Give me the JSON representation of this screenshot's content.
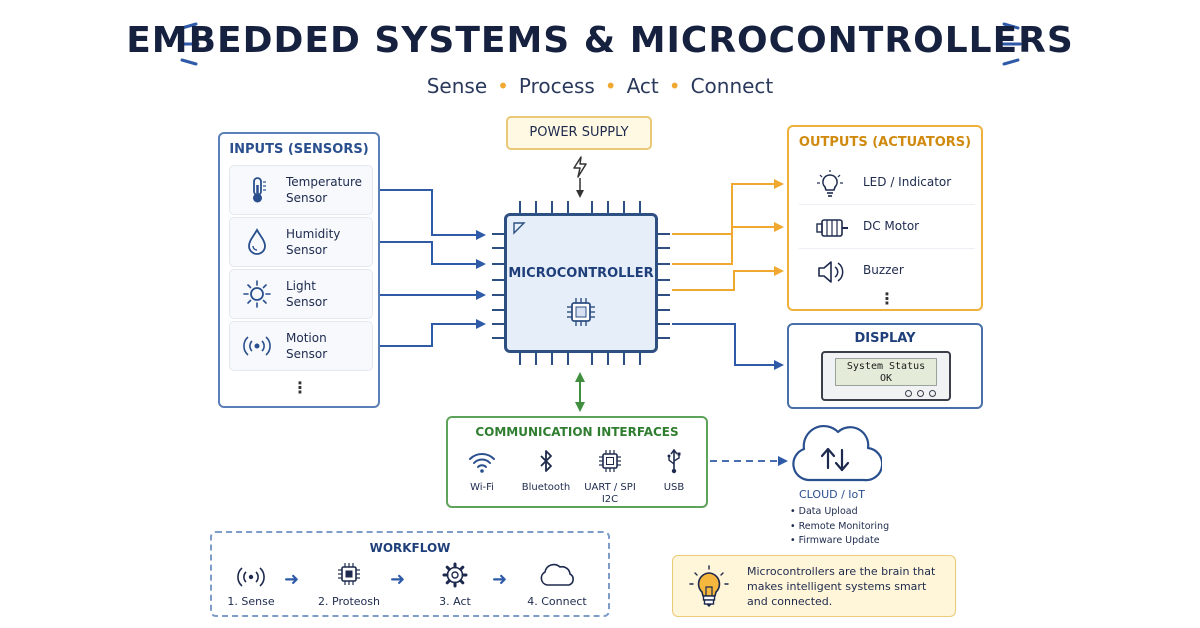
{
  "title": "EMBEDDED SYSTEMS & MICROCONTROLLERS",
  "subtitle": {
    "steps": [
      "Sense",
      "Process",
      "Act",
      "Connect"
    ]
  },
  "inputs": {
    "heading": "INPUTS (SENSORS)",
    "items": [
      {
        "line1": "Temperature",
        "line2": "Sensor",
        "icon": "thermometer-icon"
      },
      {
        "line1": "Humidity",
        "line2": "Sensor",
        "icon": "water-drop-icon"
      },
      {
        "line1": "Light",
        "line2": "Sensor",
        "icon": "sun-icon"
      },
      {
        "line1": "Motion",
        "line2": "Sensor",
        "icon": "motion-waves-icon"
      }
    ],
    "more": "⋮"
  },
  "power_supply": {
    "label": "POWER SUPPLY",
    "icon": "lightning-icon"
  },
  "microcontroller": {
    "label": "MICROCONTROLLER",
    "icon": "chip-icon"
  },
  "outputs": {
    "heading": "OUTPUTS (ACTUATORS)",
    "items": [
      {
        "label": "LED / Indicator",
        "icon": "light-bulb-icon"
      },
      {
        "label": "DC Motor",
        "icon": "motor-icon"
      },
      {
        "label": "Buzzer",
        "icon": "speaker-icon"
      }
    ],
    "more": "⋮"
  },
  "display": {
    "heading": "DISPLAY",
    "line1": "System Status",
    "line2": "OK"
  },
  "communication": {
    "heading": "COMMUNICATION INTERFACES",
    "items": [
      {
        "line1": "Wi-Fi",
        "line2": "",
        "icon": "wifi-icon"
      },
      {
        "line1": "Bluetooth",
        "line2": "",
        "icon": "bluetooth-icon"
      },
      {
        "line1": "UART / SPI",
        "line2": "I2C",
        "icon": "chip-icon"
      },
      {
        "line1": "USB",
        "line2": "",
        "icon": "usb-icon"
      }
    ]
  },
  "cloud": {
    "label": "CLOUD / IoT",
    "icon": "cloud-upload-download-icon",
    "items": [
      "Data Upload",
      "Remote Monitoring",
      "Firmware Update"
    ]
  },
  "workflow": {
    "heading": "WORKFLOW",
    "steps": [
      {
        "label": "1. Sense",
        "icon": "signal-icon"
      },
      {
        "label": "2. Proteosh",
        "icon": "chip-icon"
      },
      {
        "label": "3. Act",
        "icon": "gear-icon"
      },
      {
        "label": "4. Connect",
        "icon": "cloud-icon"
      }
    ],
    "arrow": "➜"
  },
  "tip": {
    "text": "Microcontrollers are the brain that makes intelligent systems smart and connected.",
    "icon": "light-bulb-icon"
  },
  "colors": {
    "input_wire": "#2e5aa8",
    "output_wire": "#f0a830",
    "comm_wire": "#3f8f3f",
    "accent_dot": "#f0a830"
  }
}
